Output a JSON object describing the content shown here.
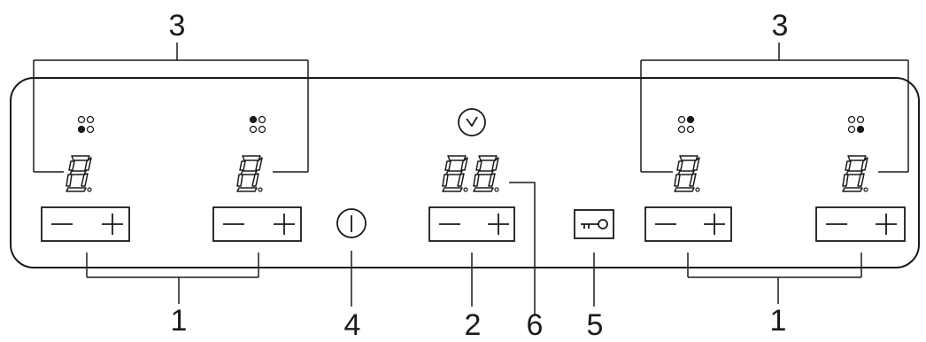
{
  "callouts": {
    "zone_controls_left": "1",
    "zone_controls_right": "1",
    "timer_controls": "2",
    "zone_indicators_left": "3",
    "zone_indicators_right": "3",
    "power_switch": "4",
    "key_lock": "5",
    "timer_display": "6"
  },
  "icons": {
    "power": "power-icon",
    "clock": "clock-icon",
    "key": "key-lock-icon",
    "minus": "minus-icon",
    "plus": "plus-icon"
  },
  "zones": [
    {
      "position": "front-left",
      "indicator": [
        0,
        0,
        1,
        0
      ]
    },
    {
      "position": "rear-left",
      "indicator": [
        1,
        0,
        0,
        0
      ]
    },
    {
      "position": "rear-right",
      "indicator": [
        0,
        1,
        0,
        0
      ]
    },
    {
      "position": "front-right",
      "indicator": [
        0,
        0,
        0,
        1
      ]
    }
  ]
}
